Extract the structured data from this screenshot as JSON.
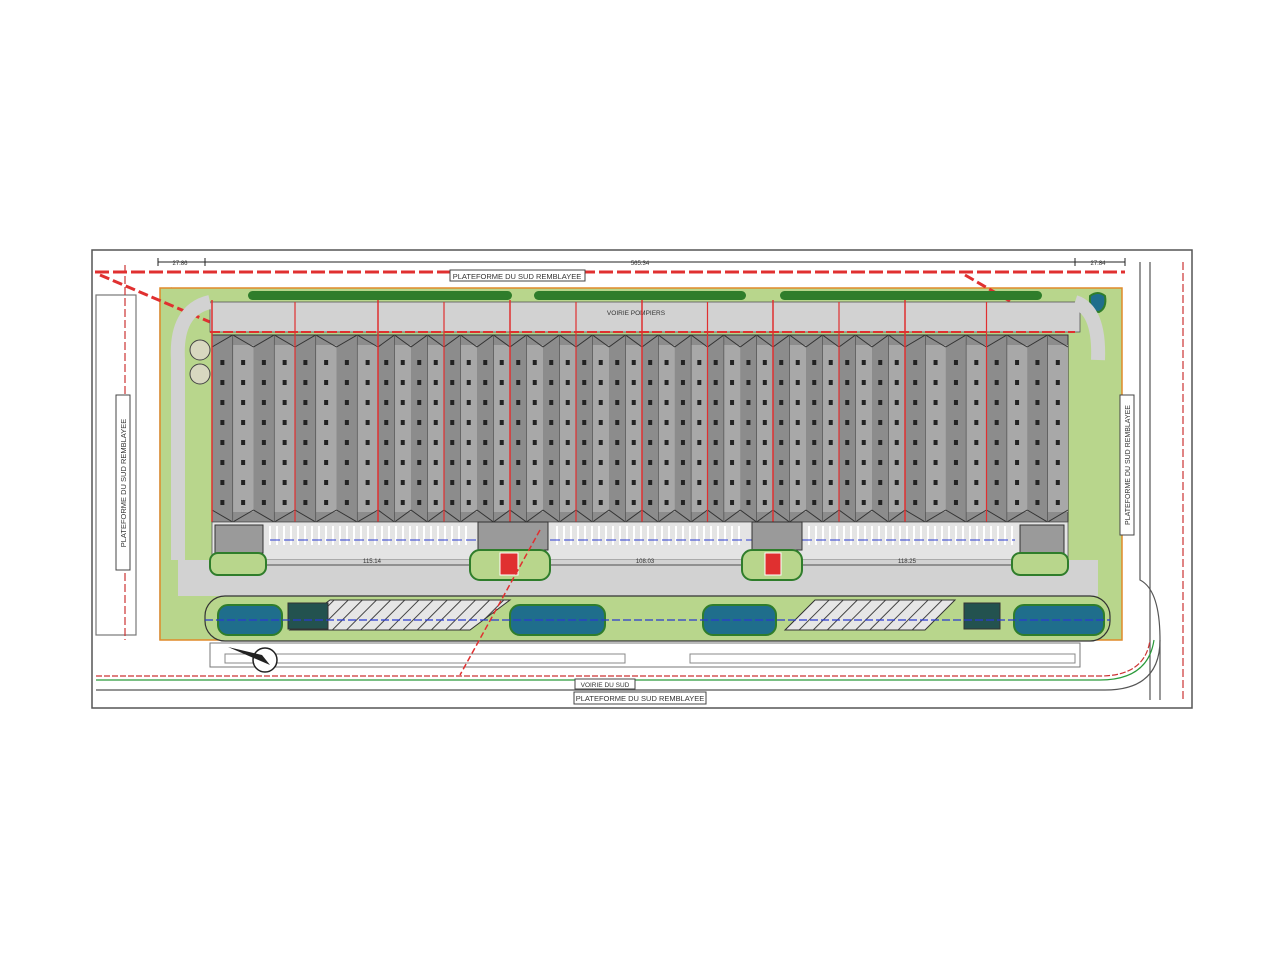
{
  "plan": {
    "platform_top": "PLATEFORME DU SUD REMBLAYEE",
    "platform_bottom": "PLATEFORME DU SUD REMBLAYEE",
    "platform_left": "PLATEFORME DU SUD REMBLAYEE",
    "platform_right": "PLATEFORME DU SUD REMBLAYEE",
    "fire_road": "VOIRIE POMPIERS",
    "south_road": "VOIRIE DU SUD",
    "dimensions": {
      "top_left": "27.86",
      "top_total": "565.34",
      "top_right": "27.84",
      "left_dock": "115.14",
      "center_dock": "108.03",
      "right_dock": "118.25"
    }
  },
  "colors": {
    "green_area": "#b8d68c",
    "hedge": "#2f7d2b",
    "basin": "#1f6e8c",
    "roof": "#8c8c8c",
    "red_line": "#e03030",
    "road": "#d2d2d2"
  }
}
